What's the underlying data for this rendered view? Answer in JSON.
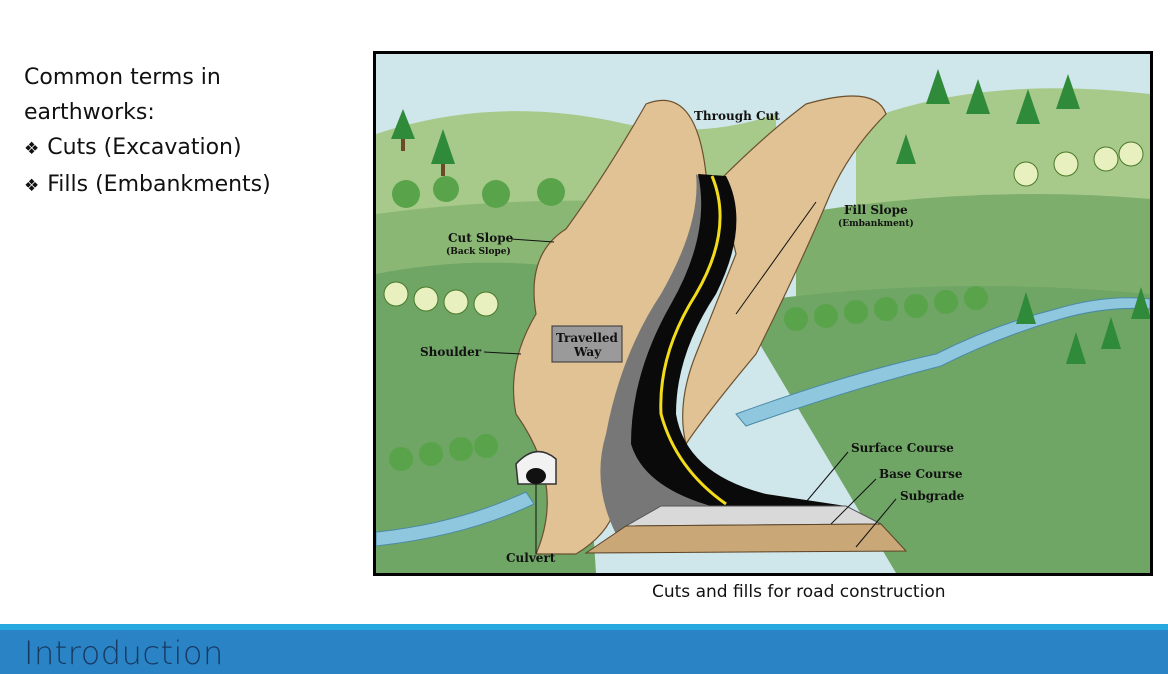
{
  "slide": {
    "intro": "Common terms in earthworks:",
    "bullets": [
      "Cuts (Excavation)",
      "Fills (Embankments)"
    ],
    "bullet_mark": "❖",
    "caption": "Cuts and fills for road construction",
    "section_title": "Introduction"
  },
  "diagram": {
    "labels": {
      "through_cut": "Through Cut",
      "fill_slope": "Fill Slope",
      "fill_slope_sub": "(Embankment)",
      "cut_slope": "Cut Slope",
      "cut_slope_sub": "(Back Slope)",
      "travelled_way_1": "Travelled",
      "travelled_way_2": "Way",
      "shoulder": "Shoulder",
      "surface_course": "Surface Course",
      "base_course": "Base Course",
      "subgrade": "Subgrade",
      "culvert": "Culvert"
    }
  },
  "colors": {
    "footer_bar": "#2a83c4",
    "footer_accent": "#29a8df",
    "title_text": "#183a63",
    "grass_dark": "#6fa565",
    "grass_light": "#a7c98a",
    "soil": "#e1c294",
    "road": "#0a0a0a",
    "centerline": "#f2dc1a",
    "water": "#8fc8de"
  }
}
